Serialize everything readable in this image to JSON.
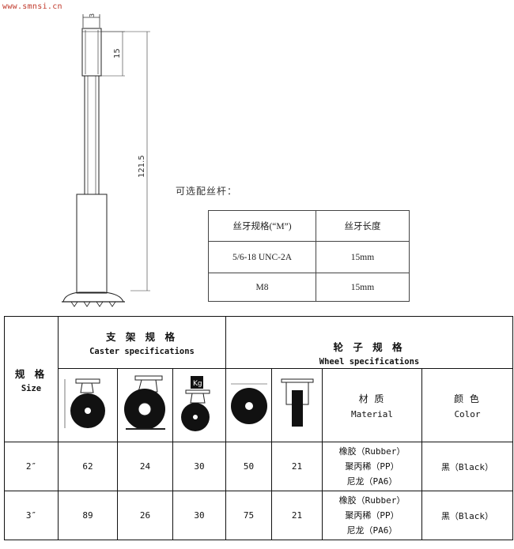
{
  "watermark": "www.smnsi.cn",
  "drawing": {
    "dim_top": "3",
    "dim_thread": "15",
    "dim_total": "121.5"
  },
  "optional_label": "可选配丝杆：",
  "options_table": {
    "headers": [
      "丝牙规格(“M”)",
      "丝牙长度"
    ],
    "rows": [
      [
        "5/6-18 UNC-2A",
        "15mm"
      ],
      [
        "M8",
        "15mm"
      ]
    ]
  },
  "spec_table": {
    "size_cn": "规 格",
    "size_en": "Size",
    "caster_cn": "支 架 规 格",
    "caster_en": "Caster specifications",
    "wheel_cn": "轮 子 规 格",
    "wheel_en": "Wheel specifications",
    "material_cn": "材 质",
    "material_en": "Material",
    "color_cn": "颜 色",
    "color_en": "Color",
    "kg_label": "Kg",
    "rows": [
      {
        "size": "2″",
        "v1": "62",
        "v2": "24",
        "v3": "30",
        "v4": "50",
        "v5": "21",
        "materials": [
          "橡胶（Rubber）",
          "聚丙稀（PP）",
          "尼龙（PA6）"
        ],
        "color": "黑（Black）"
      },
      {
        "size": "3″",
        "v1": "89",
        "v2": "26",
        "v3": "30",
        "v4": "75",
        "v5": "21",
        "materials": [
          "橡胶（Rubber）",
          "聚丙稀（PP）",
          "尼龙（PA6）"
        ],
        "color": "黑（Black）"
      }
    ]
  }
}
